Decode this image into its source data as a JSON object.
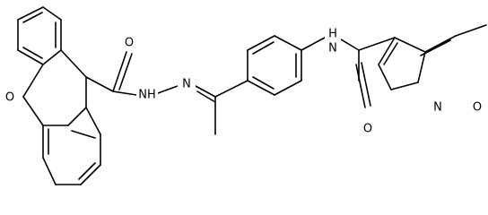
{
  "diagram": {
    "type": "chemical-structure",
    "atom_labels": {
      "carbonyl_oxygen_left": "O",
      "ring_oxygen_xanthene": "O",
      "hydrazide_nh": "NH",
      "hydrazone_n": "N",
      "amide_nh": "N",
      "amide_h": "H",
      "carbonyl_oxygen_right": "O",
      "isoxazole_n": "N",
      "isoxazole_o": "O"
    }
  }
}
